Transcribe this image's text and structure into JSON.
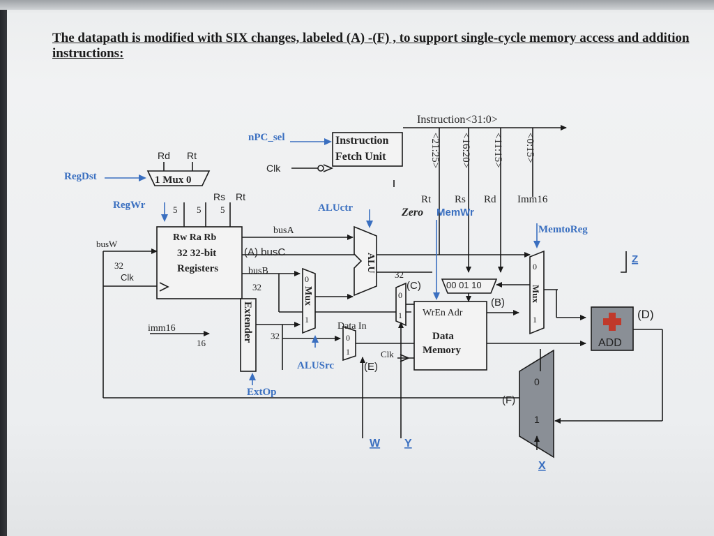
{
  "heading": "The datapath is modified with SIX changes, labeled (A) -(F) , to support single-cycle memory access and addition instructions:",
  "labels": {
    "instruction": "Instruction<31:0>",
    "npc_sel": "nPC_sel",
    "ifu_line1": "Instruction",
    "ifu_line2": "Fetch Unit",
    "clk_ifu": "Clk",
    "field_21_25": "<21:25>",
    "field_16_20": "<16:20>",
    "field_11_15": "<11:15>",
    "field_0_15": "<0:15>",
    "rd_top": "Rd",
    "rt_top": "Rt",
    "regdst": "RegDst",
    "mux_regdst": "1 Mux 0",
    "regwr": "RegWr",
    "five_a": "5",
    "five_b": "5",
    "five_c": "5",
    "rs_top": "Rs",
    "rt_top2": "Rt",
    "aluctr": "ALUctr",
    "rt_f": "Rt",
    "rs_f": "Rs",
    "rd_f": "Rd",
    "imm16_f": "Imm16",
    "zero": "Zero",
    "memwr": "MemWr",
    "memtoreg": "MemtoReg",
    "busa": "busA",
    "busw": "busW",
    "rw_ra_rb": "Rw  Ra  Rb",
    "reg_line2": "32 32-bit",
    "reg_line3": "Registers",
    "busw_32": "32",
    "clk_reg": "Clk",
    "a_busc": "(A) busC",
    "busb": "busB",
    "busb_32": "32",
    "mux_alusrc": "Mux",
    "mux0": "0",
    "mux1": "1",
    "alu": "ALU",
    "alu_32": "32",
    "c_label": "(C)",
    "c_0": "0",
    "c_1": "1",
    "codes": "00 01 10",
    "b_label": "(B)",
    "mux_memtoreg": "Mux",
    "mt0": "0",
    "mt1": "1",
    "z": "Z",
    "wren_adr": "WrEn  Adr",
    "data_in": "Data In",
    "dm_line1": "Data",
    "dm_line2": "Memory",
    "clk_dm": "Clk",
    "imm16": "imm16",
    "imm_16": "16",
    "extender": "Extender",
    "ext_32": "32",
    "e_0": "0",
    "e_1": "1",
    "e_label": "(E)",
    "alusrc": "ALUSrc",
    "extop": "ExtOp",
    "d_label": "(D)",
    "add": "ADD",
    "f_label": "(F)",
    "f0": "0",
    "f1": "1",
    "w": "W",
    "y": "Y",
    "x": "X"
  },
  "colors": {
    "control_blue": "#3a6fc0",
    "red_mux": "#c0392b",
    "adder_fill": "#8a8f96"
  }
}
